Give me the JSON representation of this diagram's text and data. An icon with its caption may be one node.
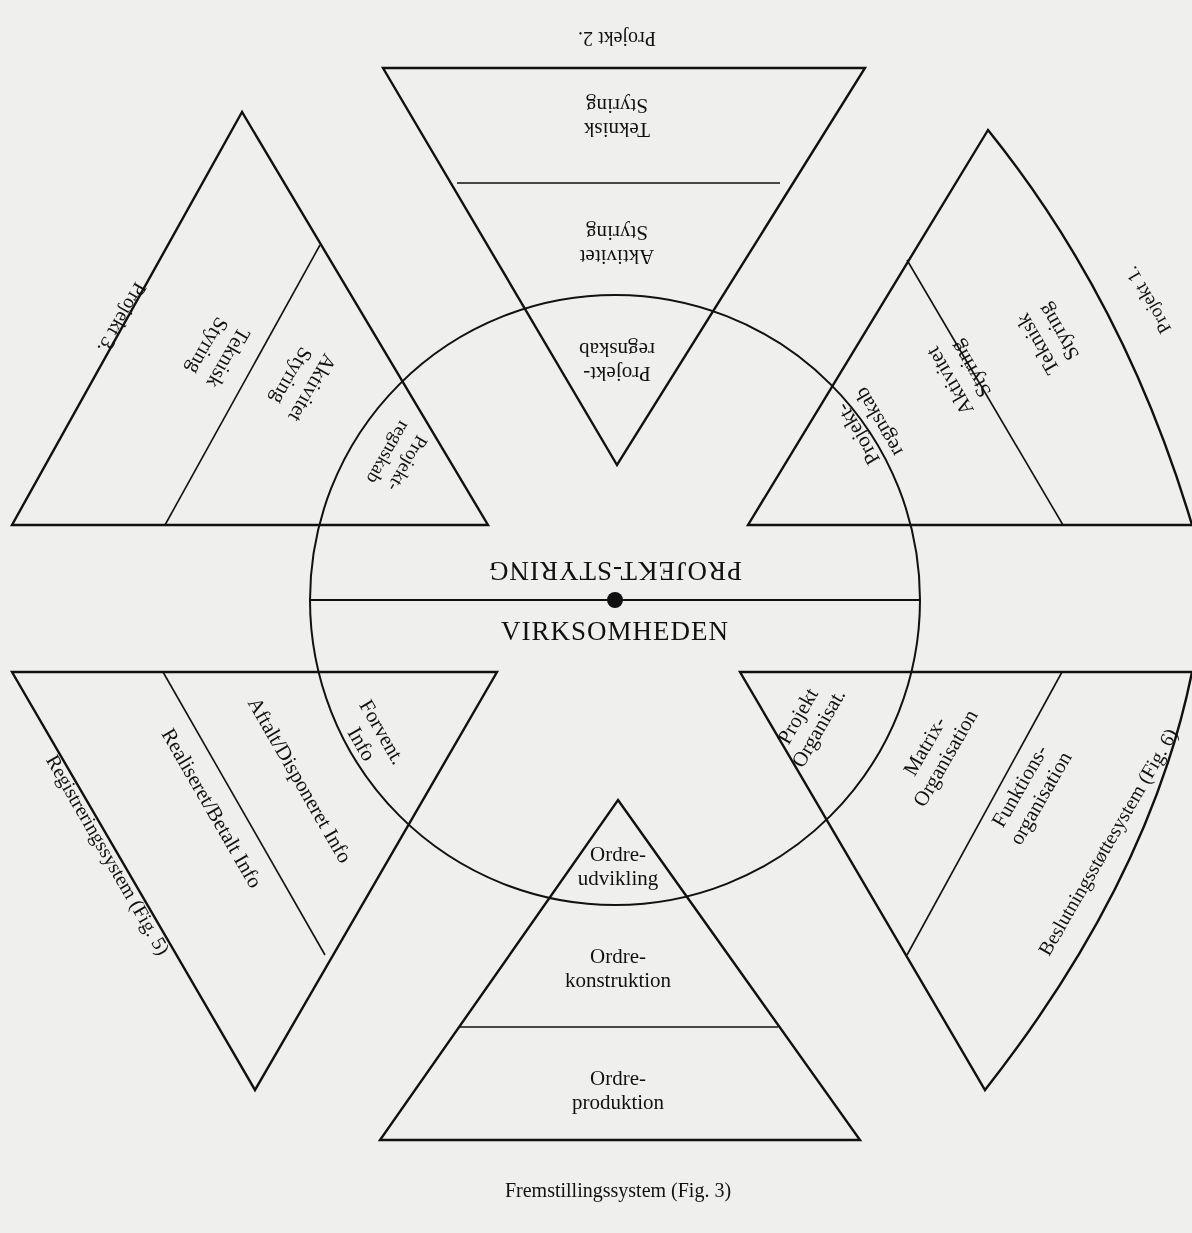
{
  "diagram": {
    "nodes": [
      {
        "text": [
          "Projekt 2.",
          "Teknisk Styring",
          "Aktivitet Styring",
          "Projekt-regnskab"
        ]
      },
      {
        "text": [
          "Projekt 3.",
          "Teknisk Styring",
          "Aktivitet Styring",
          "Projekt-regnskab"
        ]
      },
      {
        "text": [
          "Projekt 1.",
          "Teknisk Styring",
          "Aktivitet Styring",
          "Projekt-regnskab"
        ]
      },
      {
        "text": [
          "PROJEKT-STYRING",
          "VIRKSOMHEDEN"
        ]
      },
      {
        "text": [
          "Forvent. Info",
          "Aftalt/Disponeret Info",
          "Realiseret/Betalt Info",
          "Registreringssystem (Fig. 5)"
        ]
      },
      {
        "text": [
          "Projekt Organisat.",
          "Matrix-Organisation",
          "Funktions-organisation",
          "Beslutningsstøttesystem (Fig. 6)"
        ]
      },
      {
        "text": [
          "Ordre-udvikling",
          "Ordre-konstruktion",
          "Ordre-produktion",
          "Fremstillingssystem (Fig. 3)"
        ]
      }
    ],
    "edges": []
  }
}
